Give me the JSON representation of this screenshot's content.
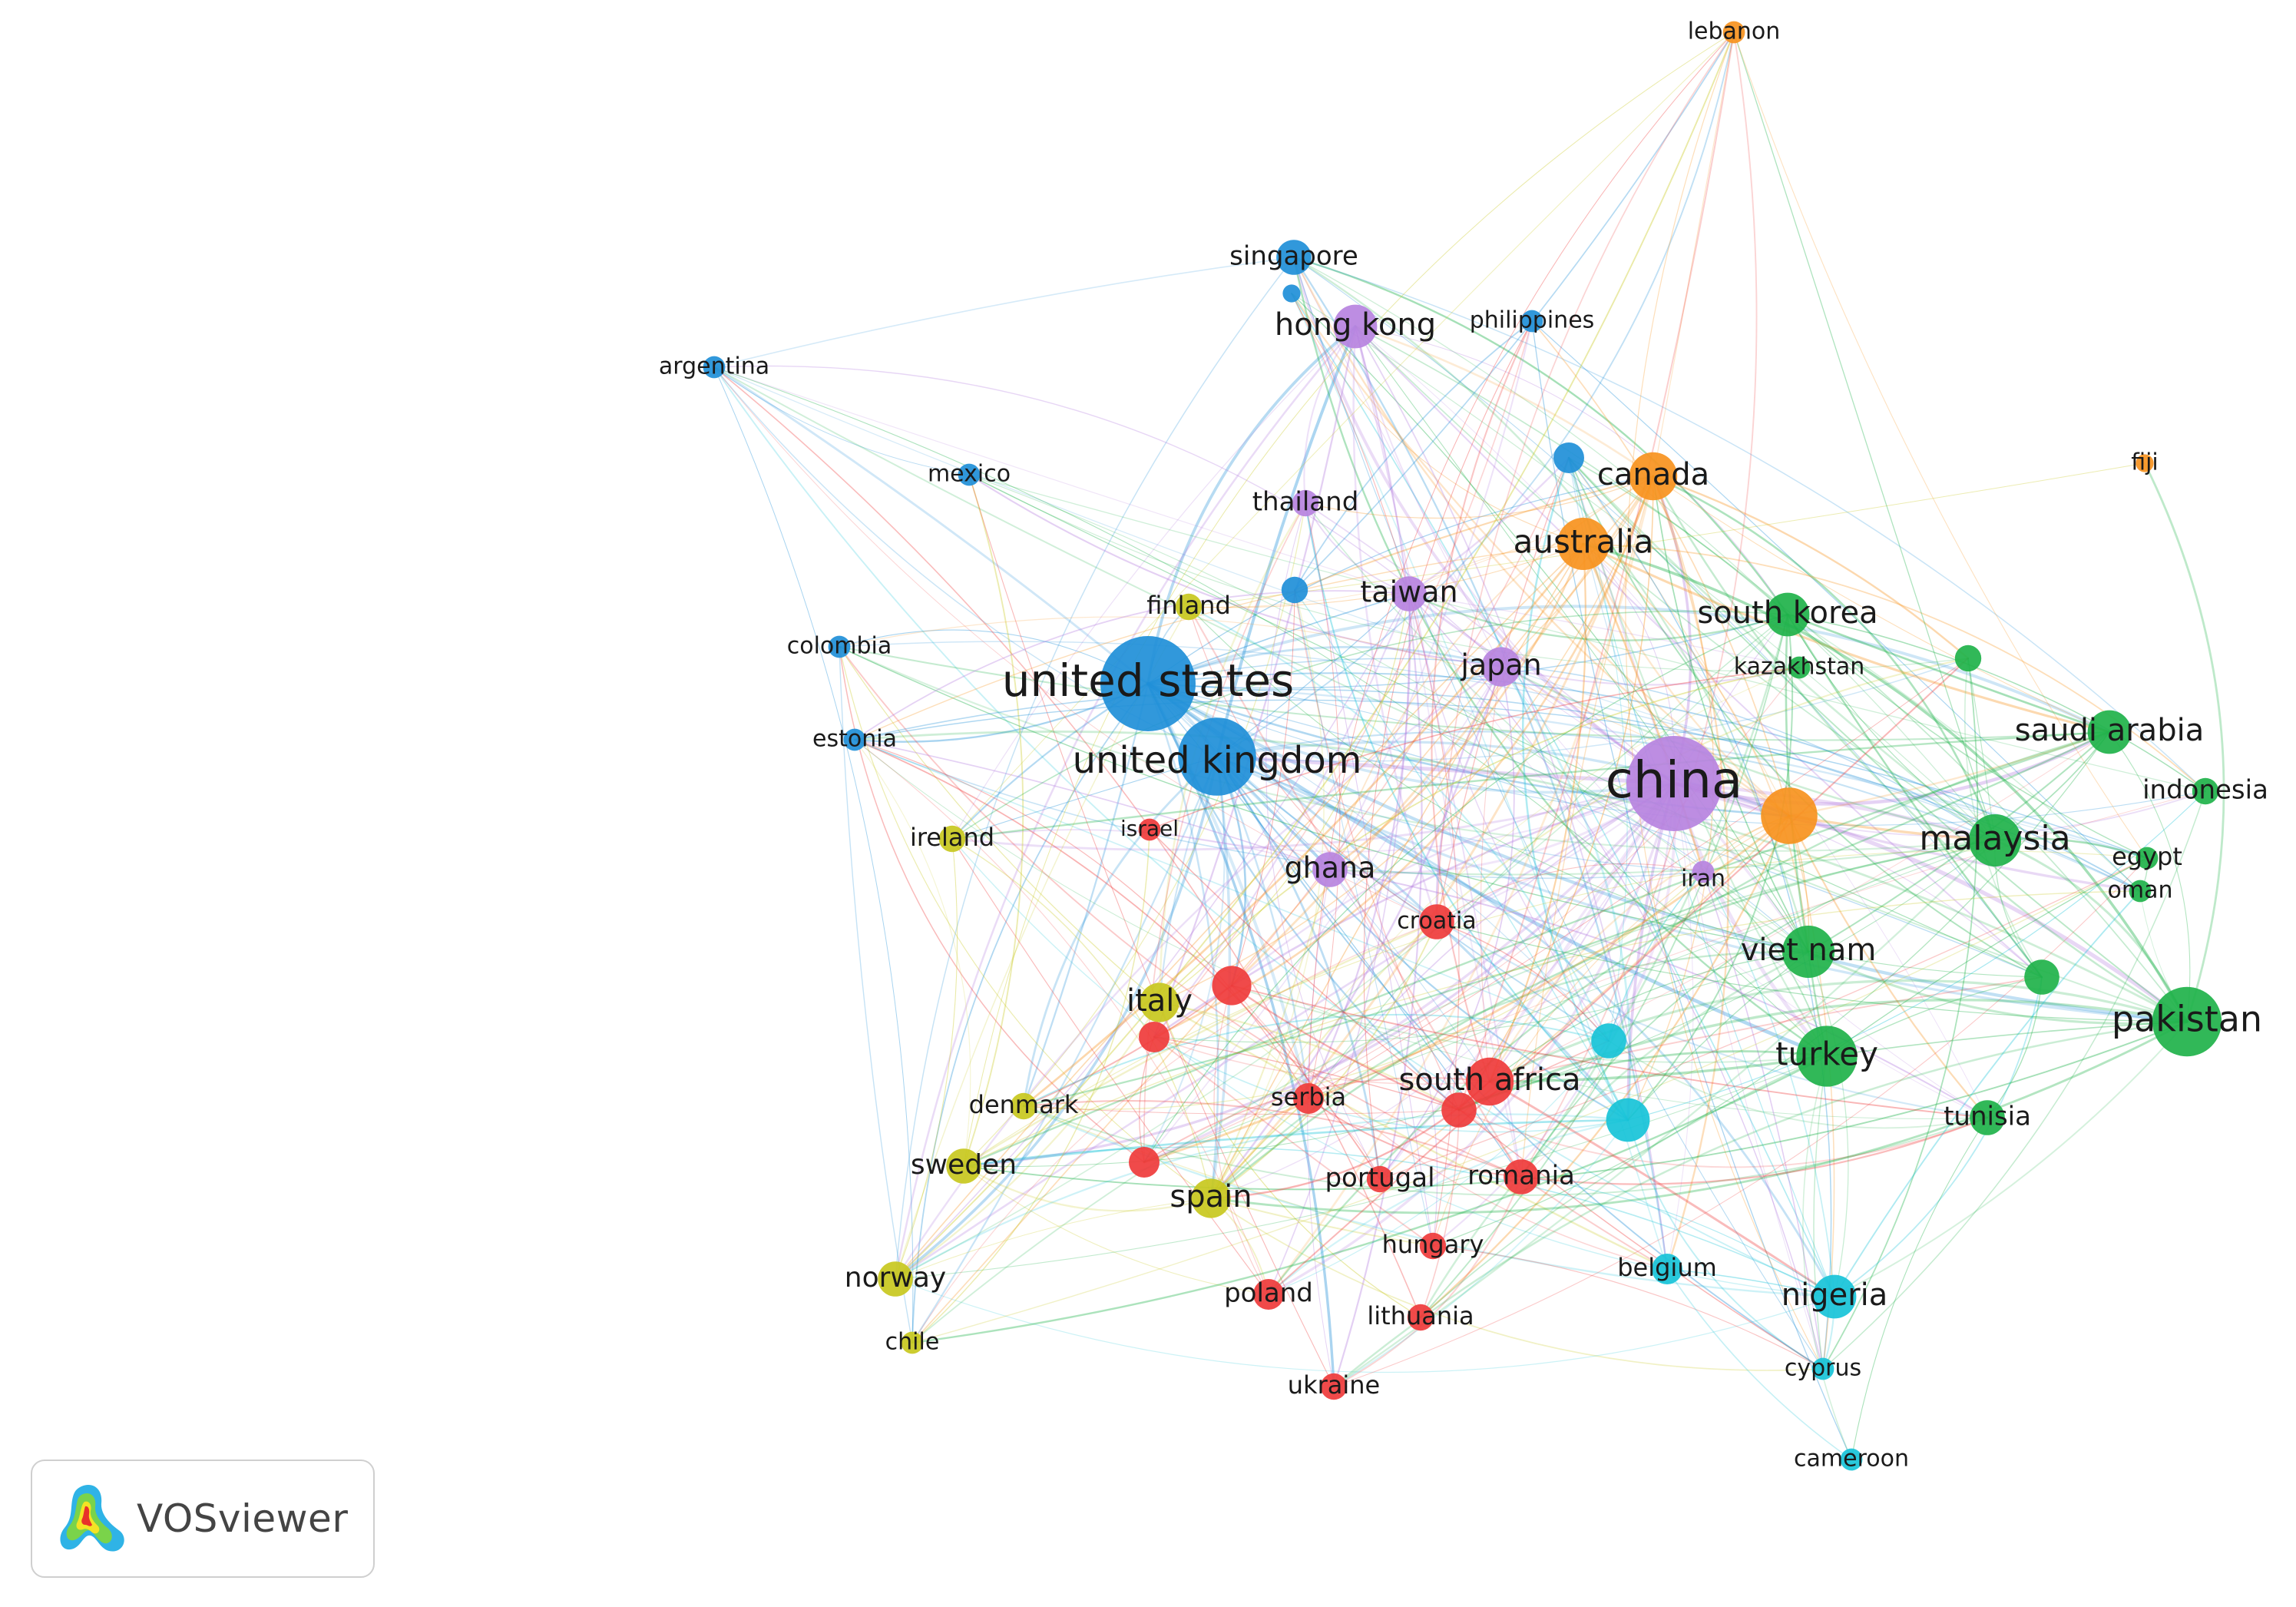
{
  "app": {
    "brand": "VOSviewer"
  },
  "colors": {
    "red": "#ef3b3b",
    "green": "#1fb24a",
    "blue": "#1f8fd8",
    "yellow": "#c8c81e",
    "purple": "#b783e0",
    "cyan": "#17c3d8",
    "orange": "#f7931e"
  },
  "nodes": [
    {
      "id": "usa",
      "label": "united states",
      "cluster": "blue",
      "weight": 10
    },
    {
      "id": "uk",
      "label": "united kingdom",
      "cluster": "blue",
      "weight": 8
    },
    {
      "id": "china",
      "label": "china",
      "cluster": "purple",
      "weight": 10
    },
    {
      "id": "singapore",
      "label": "singapore",
      "cluster": "blue",
      "weight": 3
    },
    {
      "id": "sing2",
      "label": "",
      "cluster": "blue",
      "weight": 1
    },
    {
      "id": "hongkong",
      "label": "hong kong",
      "cluster": "purple",
      "weight": 4
    },
    {
      "id": "philippines",
      "label": "philippines",
      "cluster": "blue",
      "weight": 1.5
    },
    {
      "id": "argentina",
      "label": "argentina",
      "cluster": "blue",
      "weight": 1.5
    },
    {
      "id": "mexico",
      "label": "mexico",
      "cluster": "blue",
      "weight": 1.5
    },
    {
      "id": "colombia",
      "label": "colombia",
      "cluster": "blue",
      "weight": 1.5
    },
    {
      "id": "estonia",
      "label": "estonia",
      "cluster": "blue",
      "weight": 1.5
    },
    {
      "id": "bluesmall1",
      "label": "",
      "cluster": "blue",
      "weight": 2
    },
    {
      "id": "bluesmall2",
      "label": "",
      "cluster": "blue",
      "weight": 2.5
    },
    {
      "id": "thailand",
      "label": "thailand",
      "cluster": "purple",
      "weight": 2
    },
    {
      "id": "taiwan",
      "label": "taiwan",
      "cluster": "purple",
      "weight": 3
    },
    {
      "id": "japan",
      "label": "japan",
      "cluster": "purple",
      "weight": 3.5
    },
    {
      "id": "ghana",
      "label": "ghana",
      "cluster": "purple",
      "weight": 3
    },
    {
      "id": "iran",
      "label": "iran",
      "cluster": "purple",
      "weight": 1.5
    },
    {
      "id": "canada",
      "label": "canada",
      "cluster": "orange",
      "weight": 4.5
    },
    {
      "id": "australia",
      "label": "australia",
      "cluster": "orange",
      "weight": 5
    },
    {
      "id": "lebanon",
      "label": "lebanon",
      "cluster": "orange",
      "weight": 1.5
    },
    {
      "id": "fiji",
      "label": "fiji",
      "cluster": "orange",
      "weight": 1
    },
    {
      "id": "orangebig",
      "label": "",
      "cluster": "orange",
      "weight": 5.5
    },
    {
      "id": "finland",
      "label": "finland",
      "cluster": "yellow",
      "weight": 2
    },
    {
      "id": "ireland",
      "label": "ireland",
      "cluster": "yellow",
      "weight": 2
    },
    {
      "id": "italy",
      "label": "italy",
      "cluster": "yellow",
      "weight": 3.5
    },
    {
      "id": "denmark",
      "label": "denmark",
      "cluster": "yellow",
      "weight": 2
    },
    {
      "id": "sweden",
      "label": "sweden",
      "cluster": "yellow",
      "weight": 3
    },
    {
      "id": "spain",
      "label": "spain",
      "cluster": "yellow",
      "weight": 3.5
    },
    {
      "id": "norway",
      "label": "norway",
      "cluster": "yellow",
      "weight": 3
    },
    {
      "id": "chile",
      "label": "chile",
      "cluster": "yellow",
      "weight": 1.5
    },
    {
      "id": "israel",
      "label": "israel",
      "cluster": "red",
      "weight": 1.5
    },
    {
      "id": "croatia",
      "label": "croatia",
      "cluster": "red",
      "weight": 3
    },
    {
      "id": "redsmall1",
      "label": "",
      "cluster": "red",
      "weight": 3.5
    },
    {
      "id": "redsmall2",
      "label": "",
      "cluster": "red",
      "weight": 2.5
    },
    {
      "id": "redsmall3",
      "label": "",
      "cluster": "red",
      "weight": 2.5
    },
    {
      "id": "southafrica",
      "label": "south africa",
      "cluster": "red",
      "weight": 4.5
    },
    {
      "id": "redsmall4",
      "label": "",
      "cluster": "red",
      "weight": 3
    },
    {
      "id": "serbia",
      "label": "serbia",
      "cluster": "red",
      "weight": 2.5
    },
    {
      "id": "portugal",
      "label": "portugal",
      "cluster": "red",
      "weight": 2
    },
    {
      "id": "romania",
      "label": "romania",
      "cluster": "red",
      "weight": 3
    },
    {
      "id": "hungary",
      "label": "hungary",
      "cluster": "red",
      "weight": 2
    },
    {
      "id": "poland",
      "label": "poland",
      "cluster": "red",
      "weight": 2.5
    },
    {
      "id": "lithuania",
      "label": "lithuania",
      "cluster": "red",
      "weight": 2
    },
    {
      "id": "ukraine",
      "label": "ukraine",
      "cluster": "red",
      "weight": 2
    },
    {
      "id": "southkorea",
      "label": "south korea",
      "cluster": "green",
      "weight": 4
    },
    {
      "id": "kazakhstan",
      "label": "kazakhstan",
      "cluster": "green",
      "weight": 1.5
    },
    {
      "id": "greensmall1",
      "label": "",
      "cluster": "green",
      "weight": 2
    },
    {
      "id": "saudiarabia",
      "label": "saudi arabia",
      "cluster": "green",
      "weight": 4
    },
    {
      "id": "indonesia",
      "label": "indonesia",
      "cluster": "green",
      "weight": 2
    },
    {
      "id": "malaysia",
      "label": "malaysia",
      "cluster": "green",
      "weight": 5
    },
    {
      "id": "egypt",
      "label": "egypt",
      "cluster": "green",
      "weight": 1.5
    },
    {
      "id": "oman",
      "label": "oman",
      "cluster": "green",
      "weight": 1.5
    },
    {
      "id": "vietnam",
      "label": "viet nam",
      "cluster": "green",
      "weight": 5
    },
    {
      "id": "greensmall2",
      "label": "",
      "cluster": "green",
      "weight": 3
    },
    {
      "id": "pakistan",
      "label": "pakistan",
      "cluster": "green",
      "weight": 7
    },
    {
      "id": "turkey",
      "label": "turkey",
      "cluster": "green",
      "weight": 6
    },
    {
      "id": "tunisia",
      "label": "tunisia",
      "cluster": "green",
      "weight": 3
    },
    {
      "id": "cyansmall1",
      "label": "",
      "cluster": "cyan",
      "weight": 3
    },
    {
      "id": "cyansmall2",
      "label": "",
      "cluster": "cyan",
      "weight": 4
    },
    {
      "id": "belgium",
      "label": "belgium",
      "cluster": "cyan",
      "weight": 2.5
    },
    {
      "id": "nigeria",
      "label": "nigeria",
      "cluster": "cyan",
      "weight": 4
    },
    {
      "id": "cyprus",
      "label": "cyprus",
      "cluster": "cyan",
      "weight": 1.5
    },
    {
      "id": "cameroon",
      "label": "cameroon",
      "cluster": "cyan",
      "weight": 1.5
    }
  ]
}
